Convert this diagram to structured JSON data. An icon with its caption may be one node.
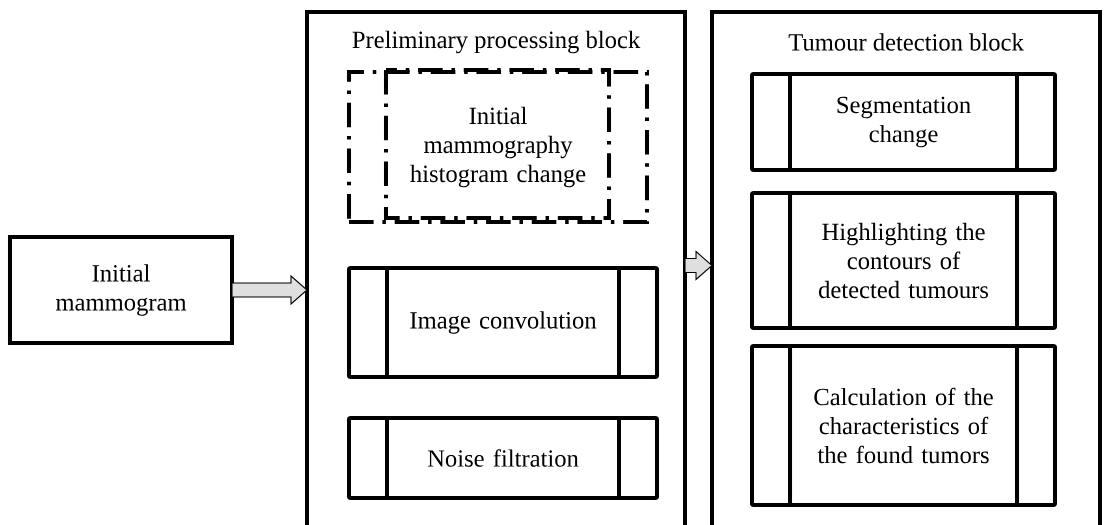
{
  "diagram": {
    "nodes": [
      {
        "text": [
          "Initial mammogram"
        ]
      },
      {
        "text": [
          "Preliminary processing block"
        ]
      },
      {
        "text": [
          "Initial mammography histogram change"
        ],
        "in": 1
      },
      {
        "text": [
          "Image convolution"
        ],
        "in": 1
      },
      {
        "text": [
          "Noise filtration"
        ],
        "in": 1
      },
      {
        "text": [
          "Tumour detection block"
        ]
      },
      {
        "text": [
          "Segmentation change"
        ],
        "in": 5
      },
      {
        "text": [
          "Highlighting the contours of detected tumours"
        ],
        "in": 5
      },
      {
        "text": [
          "Calculation of the characteristics of the found tumors"
        ],
        "in": 5
      }
    ],
    "edges": [
      {
        "from": 0,
        "to": 1,
        "arrow": "to"
      },
      {
        "from": 1,
        "to": 5,
        "arrow": "to"
      }
    ]
  }
}
